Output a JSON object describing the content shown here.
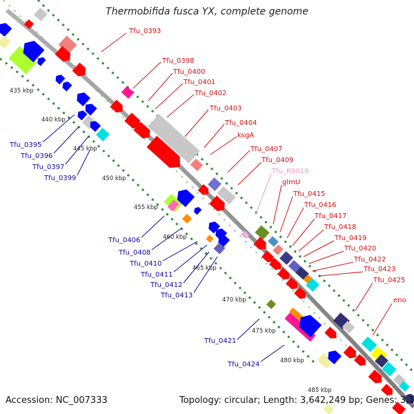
{
  "title": "Thermobifida fusca YX, complete genome",
  "footer": {
    "accession": "Accession: NC_007333",
    "summary": "Topology: circular; Length: 3,642,249 bp; Genes: 3,176"
  },
  "colors": {
    "backbone": "#8c8c8c",
    "dotted": "#2e8b2e",
    "forward_label": "#d01010",
    "reverse_label": "#0a0a9a",
    "rna_label": "#e89ad0"
  },
  "ruler_labels": [
    "435 kbp",
    "440 kbp",
    "445 kbp",
    "450 kbp",
    "455 kbp",
    "460 kbp",
    "465 kbp",
    "470 kbp",
    "475 kbp",
    "480 kbp",
    "485 kbp"
  ],
  "forward_labels": [
    "Tfu_0393",
    "Tfu_0398",
    "Tfu_0400",
    "Tfu_0401",
    "Tfu_0402",
    "Tfu_0403",
    "Tfu_0404",
    "ksgA",
    "Tfu_0407",
    "Tfu_0409",
    "Tfu_R0010",
    "glmU",
    "Tfu_0415",
    "Tfu_0416",
    "Tfu_0417",
    "Tfu_0418",
    "Tfu_0419",
    "Tfu_0420",
    "Tfu_0422",
    "Tfu_0423",
    "Tfu_0425",
    "eno"
  ],
  "reverse_labels": [
    "Tfu_0395",
    "Tfu_0396",
    "Tfu_0397",
    "Tfu_0399",
    "Tfu_0406",
    "Tfu_0408",
    "Tfu_0410",
    "Tfu_0411",
    "Tfu_0412",
    "Tfu_0413",
    "Tfu_0421",
    "Tfu_0424"
  ]
}
